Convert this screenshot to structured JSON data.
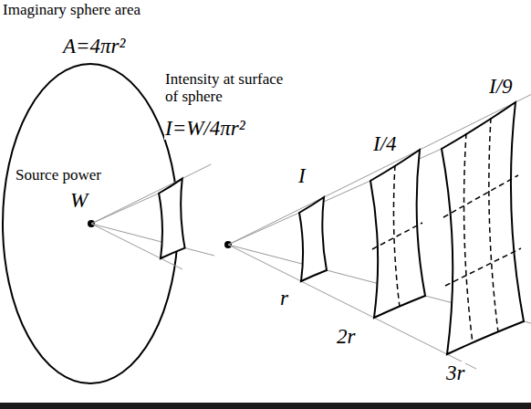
{
  "diagram": {
    "labels": [
      "Imaginary sphere area",
      "A=4πr²",
      "Intensity at surface of sphere",
      "I=W/4πr²",
      "Source power",
      "W",
      "I",
      "I/4",
      "I/9",
      "r",
      "2r",
      "3r"
    ]
  }
}
